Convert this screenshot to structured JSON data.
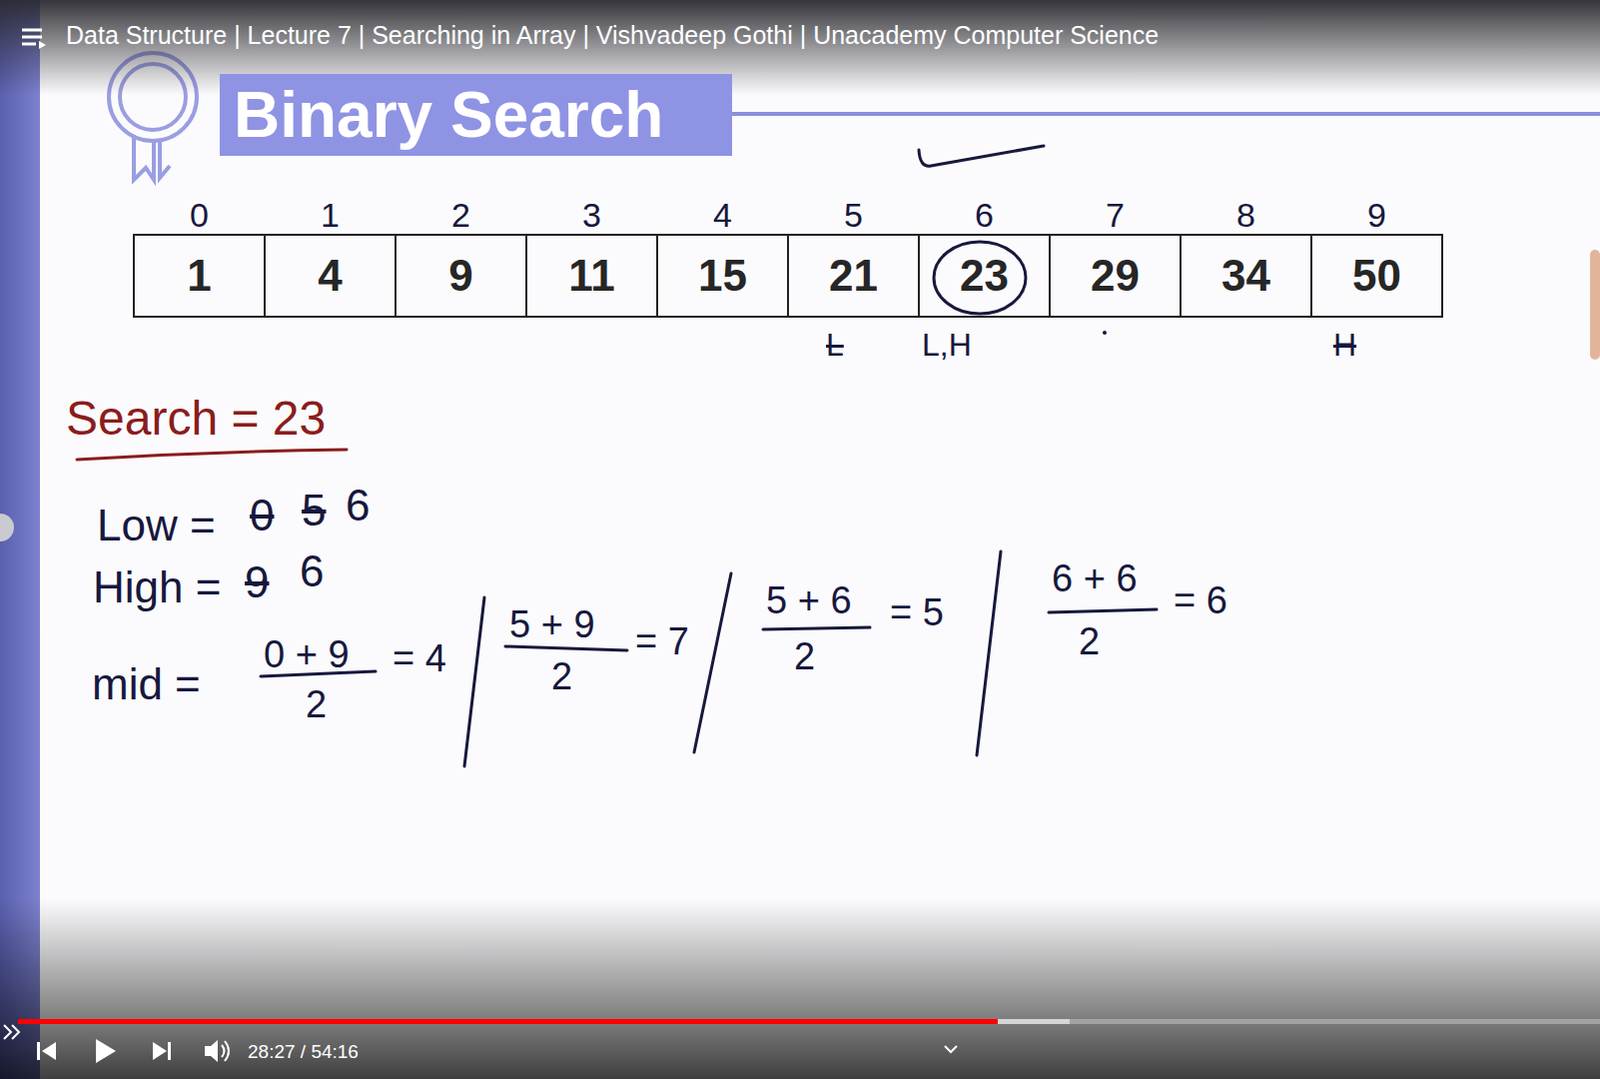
{
  "diagram": {
    "title": "Binary Search",
    "nodes": [
      {
        "text": [
          "1"
        ]
      },
      {
        "text": [
          "4"
        ]
      },
      {
        "text": [
          "9"
        ]
      },
      {
        "text": [
          "11"
        ]
      },
      {
        "text": [
          "15"
        ]
      },
      {
        "text": [
          "21"
        ]
      },
      {
        "text": [
          "23"
        ]
      },
      {
        "text": [
          "29"
        ]
      },
      {
        "text": [
          "34"
        ]
      },
      {
        "text": [
          "50"
        ]
      }
    ],
    "edges": [],
    "labels": [
      "Data Structure | Lecture 7 | Searching in Array | Vishvadeep Gothi | Unacademy Computer Science",
      "0",
      "1",
      "2",
      "3",
      "4",
      "5",
      "6",
      "7",
      "8",
      "9",
      "L",
      "L,H",
      "H",
      "Search = 23",
      "Low =",
      "0",
      "5",
      "6",
      "High =",
      "9",
      "6",
      "mid =",
      "0 + 9",
      "2",
      "= 4",
      "5 + 9",
      "2",
      "= 7",
      "5 + 6",
      "2",
      "= 5",
      "6 + 6",
      "2",
      "= 6",
      "28:27 / 54:16"
    ]
  }
}
